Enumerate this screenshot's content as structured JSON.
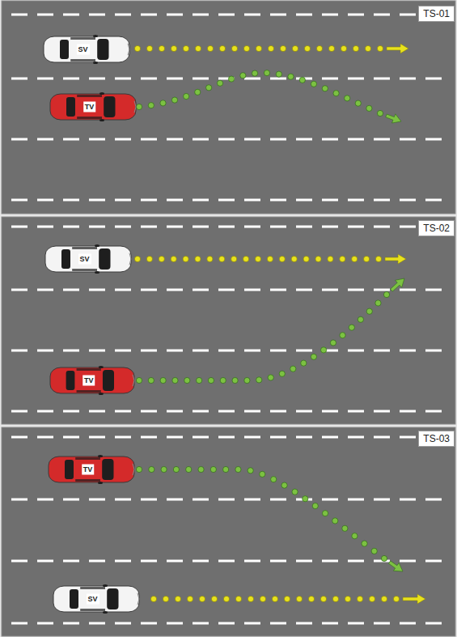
{
  "diagram": {
    "nodes": [
      {
        "text": [
          "TS-01"
        ]
      },
      {
        "text": [
          "SV"
        ]
      },
      {
        "text": [
          "TV"
        ]
      },
      {
        "text": [
          "TS-02"
        ]
      },
      {
        "text": [
          "SV"
        ]
      },
      {
        "text": [
          "TV"
        ]
      },
      {
        "text": [
          "TS-03"
        ]
      },
      {
        "text": [
          "TV"
        ]
      },
      {
        "text": [
          "SV"
        ]
      }
    ]
  }
}
